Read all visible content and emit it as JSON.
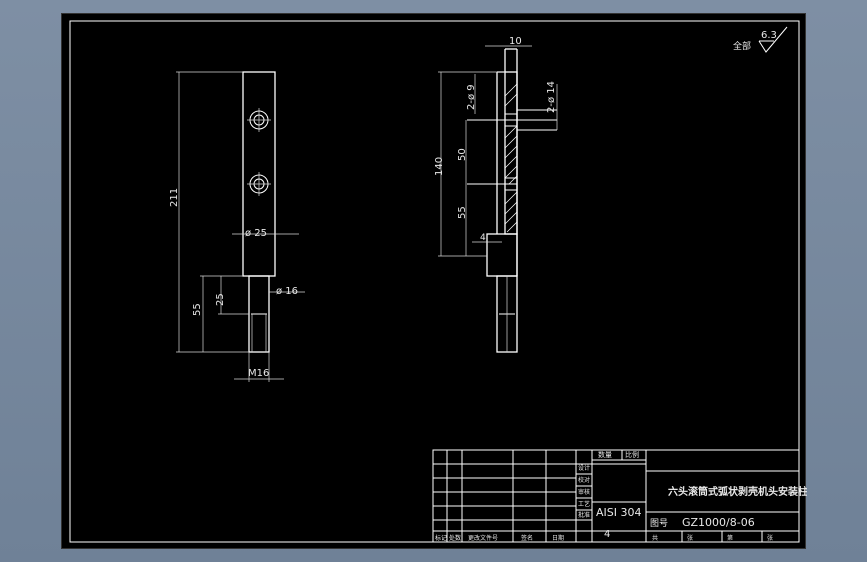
{
  "roughness": {
    "label": "全部",
    "value": "6.3"
  },
  "view_front": {
    "dim_total_length": "211",
    "dim_lower_length": "55",
    "dim_thread_length": "25",
    "dim_body_diameter": "ø 25",
    "dim_pin_diameter": "ø 16",
    "dim_thread": "M16"
  },
  "view_side": {
    "dim_width": "10",
    "dim_hole_upper": "2-ø 9",
    "dim_hole_right": "2-ø 14",
    "dim_height": "140",
    "dim_upper_spacing": "50",
    "dim_lower_spacing": "55",
    "dim_offset": "4"
  },
  "title_block": {
    "part_name": "六头滚筒式弧状剥壳机头安装柱",
    "material": "AISI 304",
    "quantity": "4",
    "drawing_number": "GZ1000/8-06",
    "drawing_number_label": "图号",
    "header_labels": [
      "数量",
      "比例"
    ],
    "row_labels": [
      "标记",
      "处数",
      "更改文件号",
      "签名",
      "日期"
    ],
    "side_labels": [
      "设计",
      "校对",
      "审核",
      "工艺",
      "批准"
    ],
    "bottom_labels": [
      "共",
      "张",
      "第",
      "张"
    ]
  }
}
